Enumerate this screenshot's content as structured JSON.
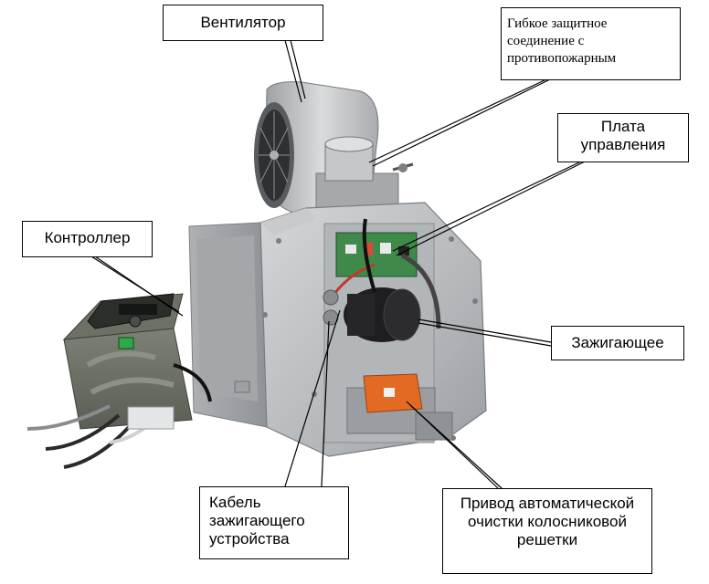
{
  "labels": {
    "fan": "Вентилятор",
    "flex_connection": "Гибкое защитное\nсоединение с\nпротивопожарным",
    "control_board": "Плата\nуправления",
    "controller": "Контроллер",
    "igniter": "Зажигающее",
    "igniter_cable": "Кабель\nзажигающего\nустройства",
    "grate_drive": "Привод автоматической\nочистки колосниковой\nрешетки"
  },
  "colors": {
    "steel": "#b9bcbf",
    "steel_dark": "#8e9296",
    "fan_housing": "#c9cbcd",
    "controller_body": "#6f7468",
    "actuator_orange": "#e36a22",
    "motor_black": "#1e1e20",
    "board_green": "#3f8a4a",
    "callout_border": "#000000"
  }
}
